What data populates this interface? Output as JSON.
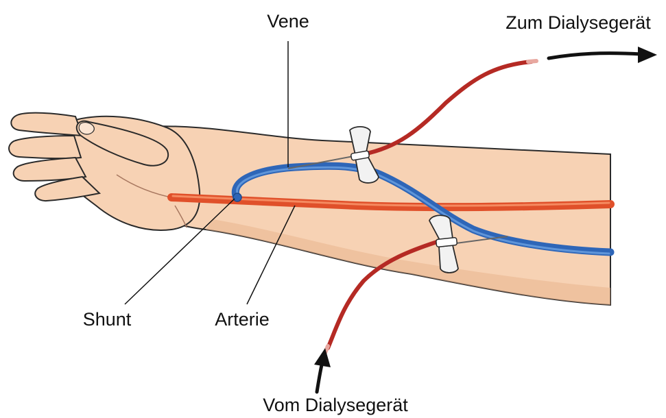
{
  "labels": {
    "vene": "Vene",
    "to_machine": "Zum Dialysegerät",
    "shunt": "Shunt",
    "artery": "Arterie",
    "from_machine": "Vom Dialysegerät"
  },
  "colors": {
    "skin": "#f7d2b4",
    "skin_shadow": "#e9b48e",
    "outline": "#2a2a2a",
    "vein": "#2e66b8",
    "vein_light": "#5f95d9",
    "artery": "#e0502a",
    "tube": "#b52a24",
    "needle_wing": "#f2f2f2"
  }
}
